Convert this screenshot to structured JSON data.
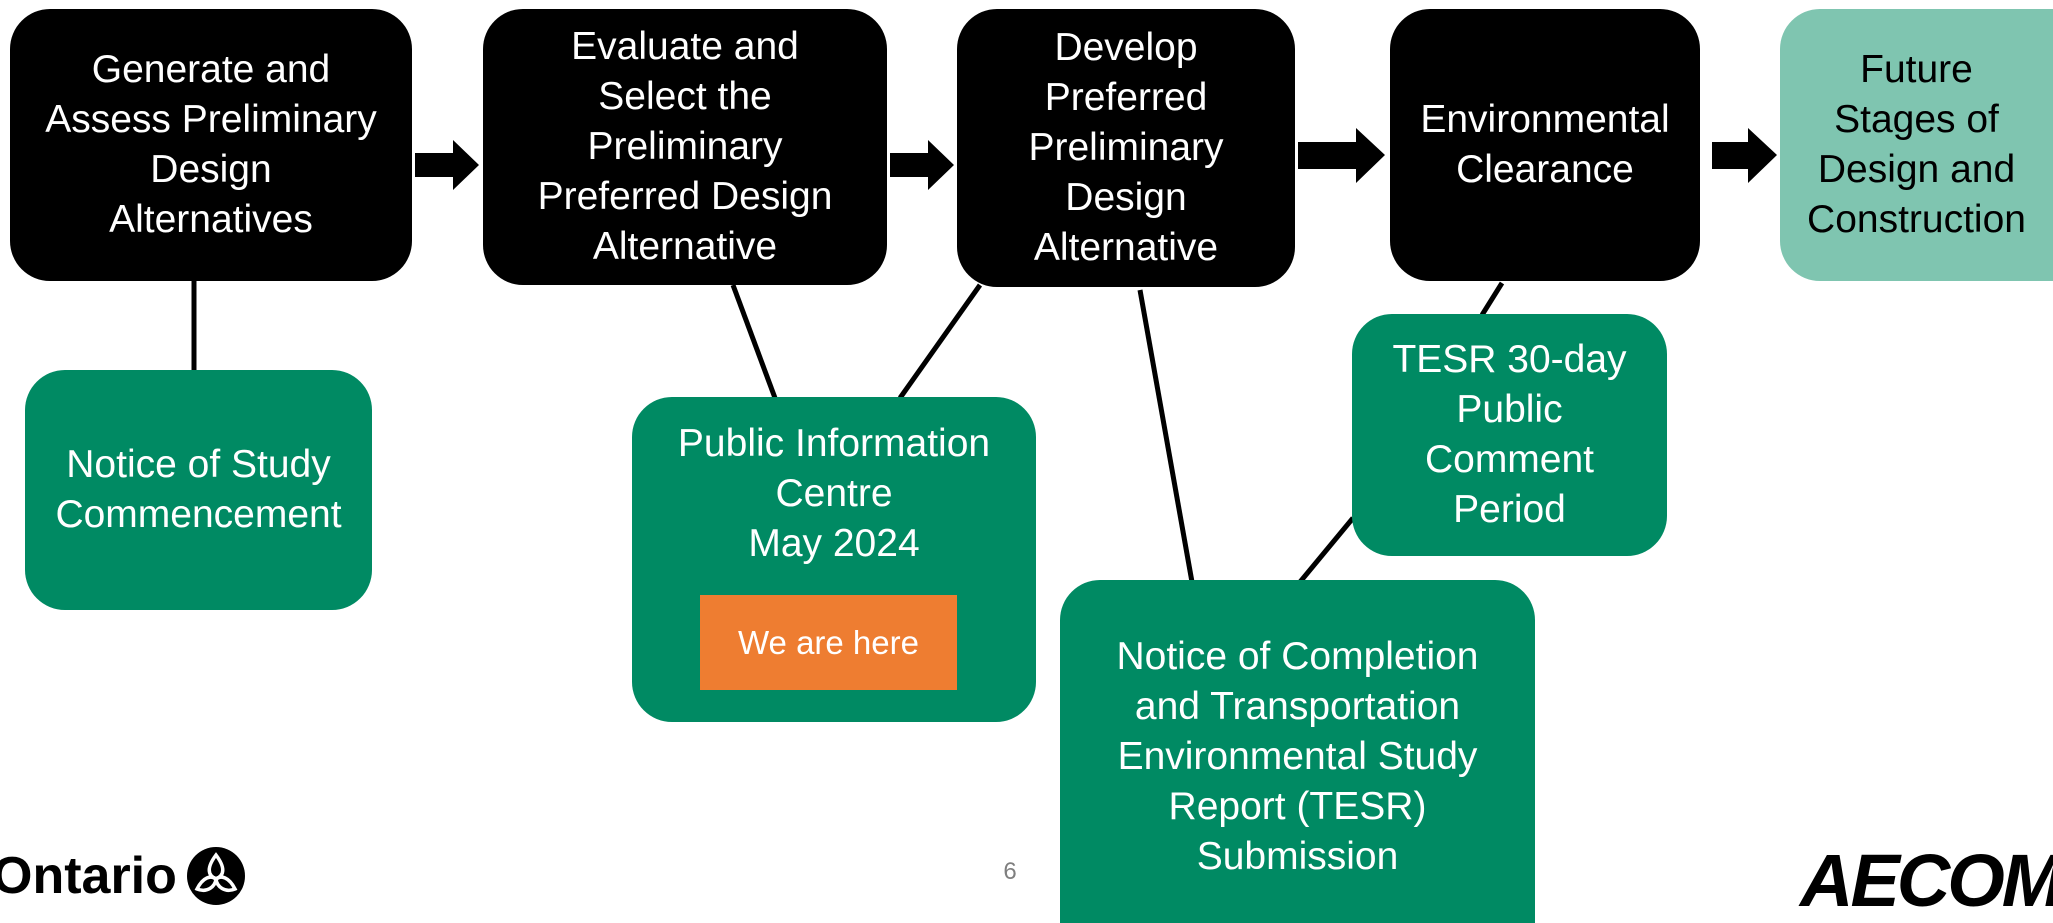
{
  "steps": [
    {
      "label": "Generate and\nAssess Preliminary\nDesign\nAlternatives"
    },
    {
      "label": "Evaluate and\nSelect the\nPreliminary\nPreferred Design\nAlternative"
    },
    {
      "label": "Develop\nPreferred\nPreliminary\nDesign\nAlternative"
    },
    {
      "label": "Environmental\nClearance"
    },
    {
      "label": "Future\nStages of\nDesign and\nConstruction"
    }
  ],
  "milestones": [
    {
      "label": "Notice of Study\nCommencement"
    },
    {
      "label": "Public Information\nCentre\nMay 2024"
    },
    {
      "label": "TESR 30-day\nPublic\nComment\nPeriod"
    },
    {
      "label": "Notice of Completion\nand Transportation\nEnvironmental Study\nReport (TESR)\nSubmission"
    }
  ],
  "current_marker": "We are here",
  "page_number": "6",
  "logos": {
    "ontario": "Ontario",
    "aecom": "AECOM"
  },
  "colors": {
    "step": "#000000",
    "milestone": "#008a63",
    "future": "#7fc5b0",
    "marker": "#ee7d31"
  }
}
